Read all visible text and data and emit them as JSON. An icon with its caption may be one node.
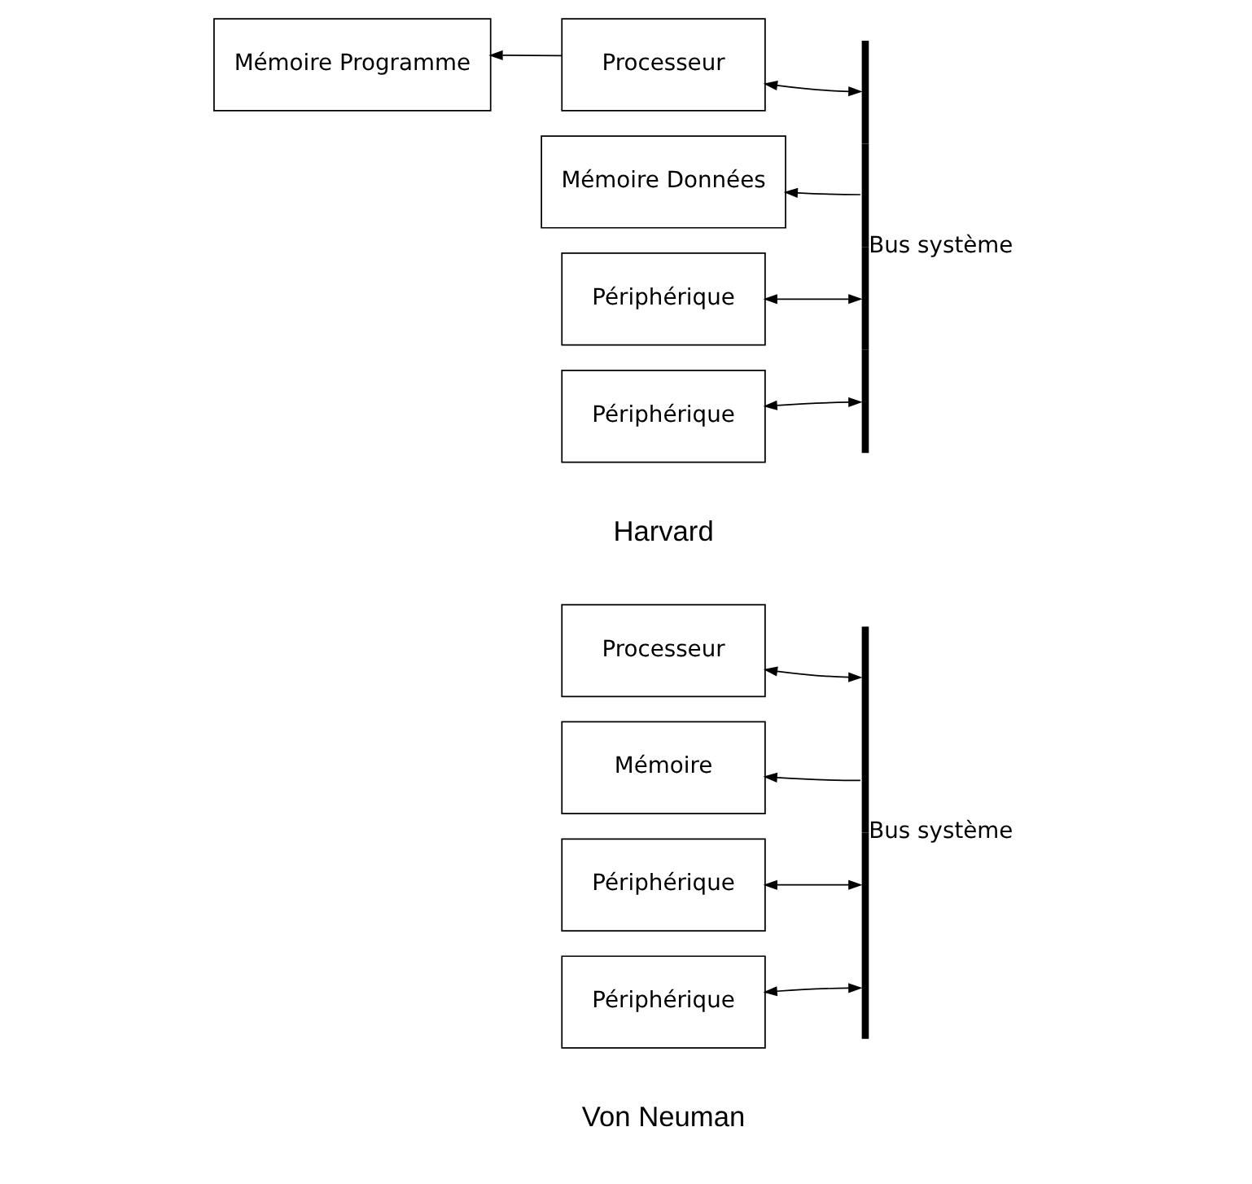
{
  "diagram": {
    "nodes": [
      {
        "text": [
          "Mémoire Programme"
        ]
      },
      {
        "text": [
          "Processeur"
        ]
      },
      {
        "text": [
          "Mémoire Données"
        ]
      },
      {
        "text": [
          "Périphérique"
        ]
      },
      {
        "text": [
          "Périphérique"
        ]
      },
      {
        "text": [],
        "shape": "bar",
        "beside": [
          "Bus système"
        ]
      },
      {
        "text": [
          "Processeur"
        ]
      },
      {
        "text": [
          "Mémoire"
        ]
      },
      {
        "text": [
          "Périphérique"
        ]
      },
      {
        "text": [
          "Périphérique"
        ]
      },
      {
        "text": [],
        "shape": "bar",
        "beside": [
          "Bus système"
        ]
      }
    ],
    "edges": [
      {
        "from": 1,
        "to": 0,
        "arrow": "to"
      },
      {
        "from": 1,
        "to": 5,
        "arrow": "both"
      },
      {
        "from": 5,
        "to": 2,
        "arrow": "to"
      },
      {
        "from": 3,
        "to": 5,
        "arrow": "both"
      },
      {
        "from": 4,
        "to": 5,
        "arrow": "both"
      },
      {
        "from": 6,
        "to": 10,
        "arrow": "both"
      },
      {
        "from": 10,
        "to": 7,
        "arrow": "to"
      },
      {
        "from": 8,
        "to": 10,
        "arrow": "both"
      },
      {
        "from": 9,
        "to": 10,
        "arrow": "both"
      }
    ],
    "labels": [
      "Harvard",
      "Von Neuman"
    ]
  }
}
